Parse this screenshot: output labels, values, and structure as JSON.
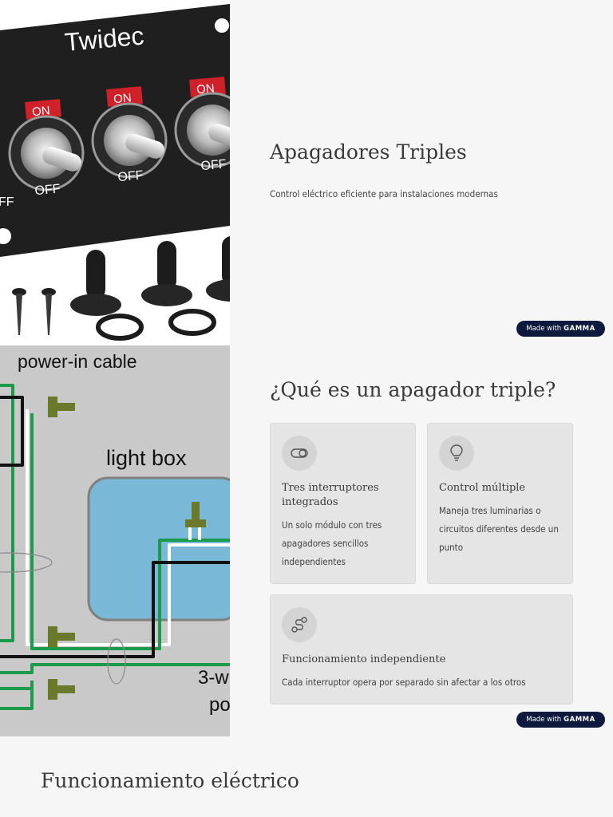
{
  "slide1": {
    "title": "Apagadores Triples",
    "subtitle": "Control eléctrico eficiente para instalaciones modernas",
    "image": {
      "brand": "Twidec",
      "switch_on": "ON",
      "switch_off": "OFF"
    }
  },
  "slide2": {
    "title": "¿Qué es un apagador triple?",
    "cards": [
      {
        "icon": "toggle-icon",
        "title": "Tres interruptores integrados",
        "text": "Un solo módulo con tres apagadores sencillos independientes"
      },
      {
        "icon": "lightbulb-icon",
        "title": "Control múltiple",
        "text": "Maneja tres luminarias o circuitos diferentes desde un punto"
      },
      {
        "icon": "route-icon",
        "title": "Funcionamiento independiente",
        "text": "Cada interruptor opera por separado sin afectar a los otros"
      }
    ],
    "image": {
      "label_power": "power-in cable",
      "label_box": "light box",
      "label_threeway_a": "3-w",
      "label_threeway_b": "po"
    }
  },
  "slide3": {
    "title": "Funcionamiento eléctrico"
  },
  "badge": {
    "prefix": "Made with",
    "brand": "GAMMA"
  },
  "colors": {
    "background": "#f6f6f6",
    "card": "#e5e5e5",
    "badge": "#0d1a3d",
    "switch_on_red": "#d0202a",
    "wire_green": "#1a9a4a",
    "light_box_blue": "#7ab8d8"
  }
}
